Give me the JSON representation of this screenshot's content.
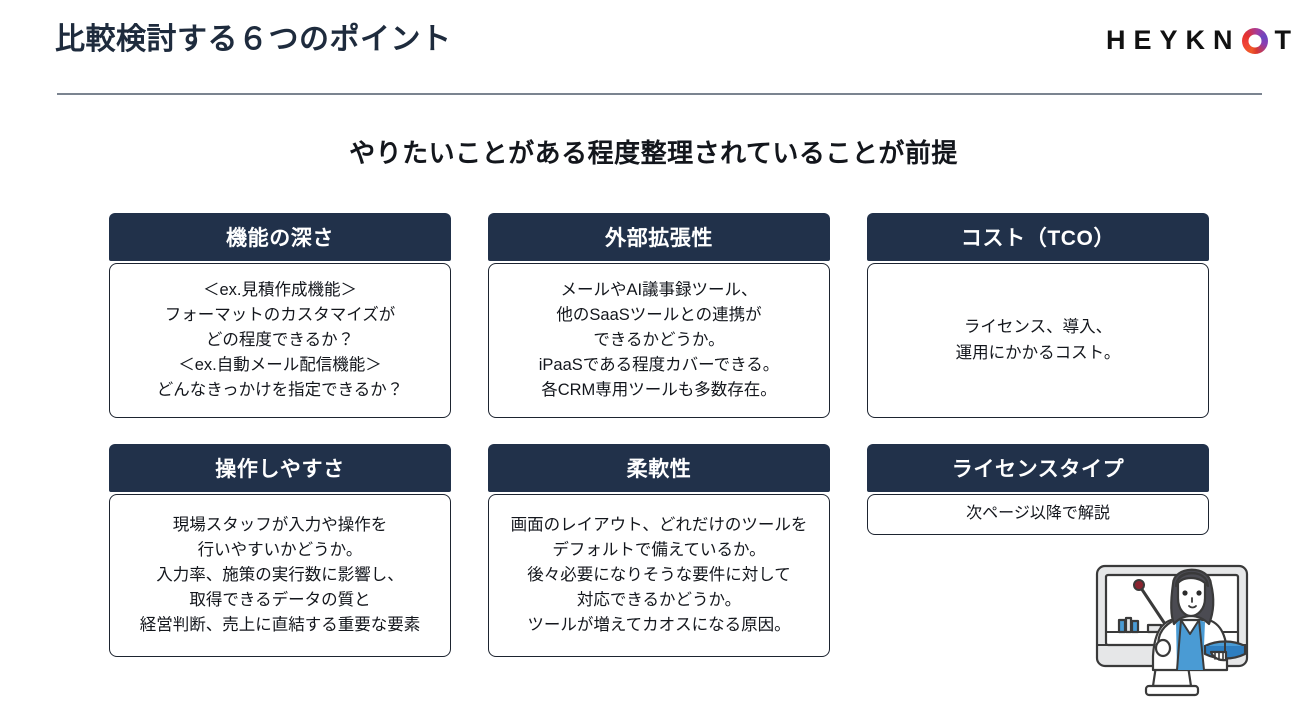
{
  "header": {
    "title": "比較検討する６つのポイント",
    "brand_text_1": "HEYKN",
    "brand_ring_letter": "O",
    "brand_text_2": "T"
  },
  "subtitle": "やりたいことがある程度整理されていることが前提",
  "colors": {
    "card_header_bg": "#21314a",
    "card_border": "#1d2430",
    "title_text": "#1e2b3d",
    "rule": "#7b8490",
    "illustration_accent": "#4a9bd4",
    "illustration_pointer": "#8a2430"
  },
  "cards": [
    {
      "title": "機能の深さ",
      "body": "＜ex.見積作成機能＞\nフォーマットのカスタマイズが\nどの程度できるか？\n＜ex.自動メール配信機能＞\nどんなきっかけを指定できるか？"
    },
    {
      "title": "外部拡張性",
      "body": "メールやAI議事録ツール、\n他のSaaSツールとの連携が\nできるかどうか。\niPaaSである程度カバーできる。\n各CRM専用ツールも多数存在。"
    },
    {
      "title": "コスト（TCO）",
      "body": "ライセンス、導入、\n運用にかかるコスト。"
    },
    {
      "title": "操作しやすさ",
      "body": "現場スタッフが入力や操作を\n行いやすいかどうか。\n入力率、施策の実行数に影響し、\n取得できるデータの質と\n経営判断、売上に直結する重要な要素"
    },
    {
      "title": "柔軟性",
      "body": "画面のレイアウト、どれだけのツールを\nデフォルトで備えているか。\n後々必要になりそうな要件に対して\n対応できるかどうか。\nツールが増えてカオスになる原因。"
    },
    {
      "title": "ライセンスタイプ",
      "body": "次ページ以降で解説"
    }
  ],
  "illustration": {
    "name": "woman-presenting-on-monitor"
  }
}
